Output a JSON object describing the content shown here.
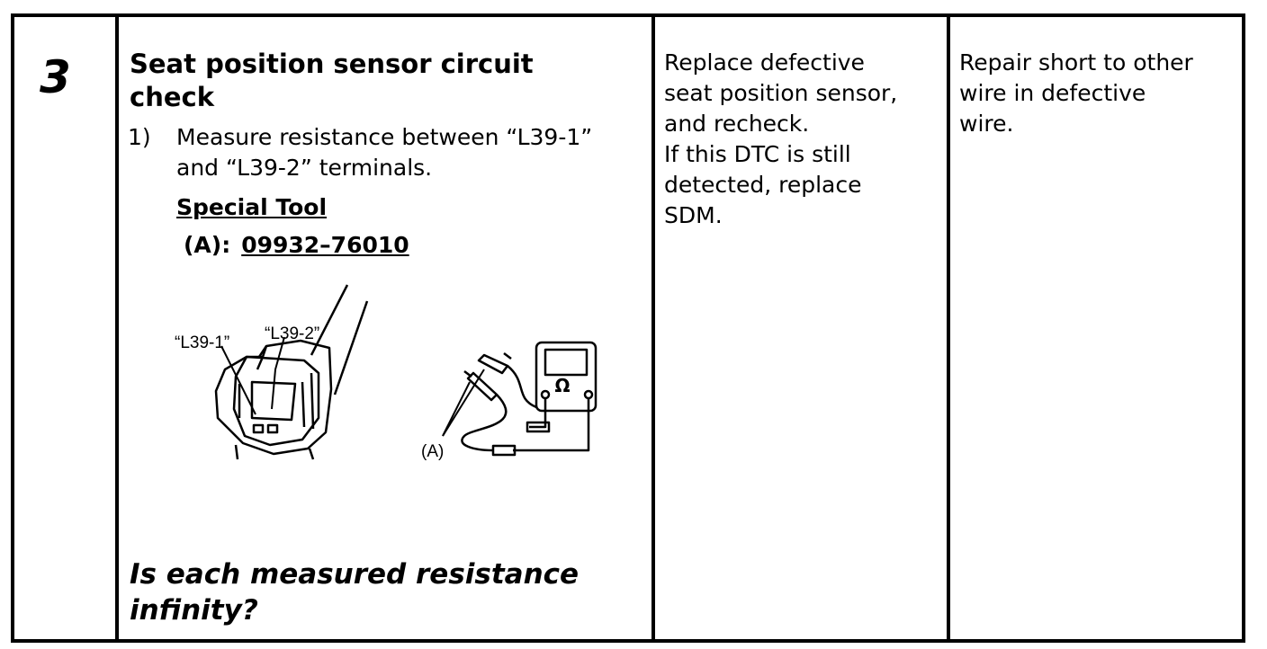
{
  "step": {
    "number": "3",
    "title_line1": "Seat position sensor circuit",
    "title_line2": "check",
    "item_number": "1)",
    "item_line1": "Measure resistance between “L39-1”",
    "item_line2": "and “L39-2” terminals.",
    "special_tool_label": "Special Tool",
    "tool_id": "(A):",
    "tool_number": "09932–76010",
    "diagram": {
      "label_l39_1": "“L39-1”",
      "label_l39_2": "“L39-2”",
      "label_a": "(A)",
      "ohm_symbol": "Ω"
    },
    "question_line1": "Is each measured resistance",
    "question_line2": "infinity?"
  },
  "yes_action": {
    "line1": "Replace defective",
    "line2": "seat position sensor,",
    "line3": "and recheck.",
    "line4": "If this DTC is still",
    "line5": "detected, replace",
    "line6": "SDM."
  },
  "no_action": {
    "line1": "Repair short to other",
    "line2": "wire in defective",
    "line3": "wire."
  }
}
